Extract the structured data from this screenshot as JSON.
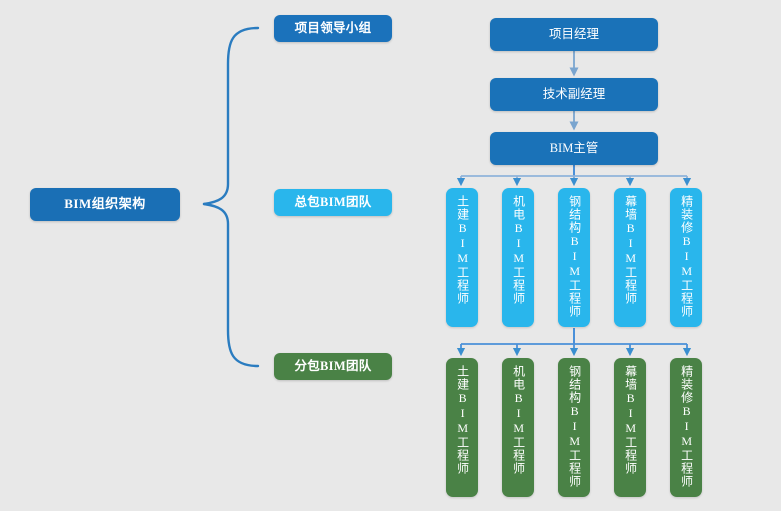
{
  "diagram": {
    "background_color": "#e8e8e8",
    "title_node": {
      "label": "BIM组织架构",
      "color": "#1a6fb5"
    },
    "categories": [
      {
        "label": "项目领导小组",
        "color": "#1b72bb",
        "kind": "leadership-group"
      },
      {
        "label": "总包BIM团队",
        "color": "#29b6ec",
        "kind": "general-contractor-bim-team"
      },
      {
        "label": "分包BIM团队",
        "color": "#4a8246",
        "kind": "subcontractor-bim-team"
      }
    ],
    "leadership_chain": [
      {
        "label": "项目经理",
        "color": "#1a72b8"
      },
      {
        "label": "技术副经理",
        "color": "#1a72b8"
      },
      {
        "label": "BIM主管",
        "color": "#1a72b8"
      }
    ],
    "general_contractor_roles": [
      {
        "label": "土建BIM工程师",
        "color": "#29b6ec"
      },
      {
        "label": "机电BIM工程师",
        "color": "#29b6ec"
      },
      {
        "label": "钢结构BIM工程师",
        "color": "#29b6ec"
      },
      {
        "label": "幕墙BIM工程师",
        "color": "#29b6ec"
      },
      {
        "label": "精装修BIM工程师",
        "color": "#29b6ec"
      }
    ],
    "subcontractor_roles": [
      {
        "label": "土建BIM工程师",
        "color": "#4a8246"
      },
      {
        "label": "机电BIM工程师",
        "color": "#4a8246"
      },
      {
        "label": "钢结构BIM工程师",
        "color": "#4a8246"
      },
      {
        "label": "幕墙BIM工程师",
        "color": "#4a8246"
      },
      {
        "label": "精装修BIM工程师",
        "color": "#4a8246"
      }
    ],
    "connectors": {
      "brace_color": "#2a7cc0",
      "chain_arrow_color": "#7aa5cf",
      "blue_bus_color": "#8fb3da",
      "green_bus_color": "#4a90d9",
      "blue_arrow_color": "#3a8fd0",
      "green_arrow_color": "#3a8fd0"
    }
  }
}
